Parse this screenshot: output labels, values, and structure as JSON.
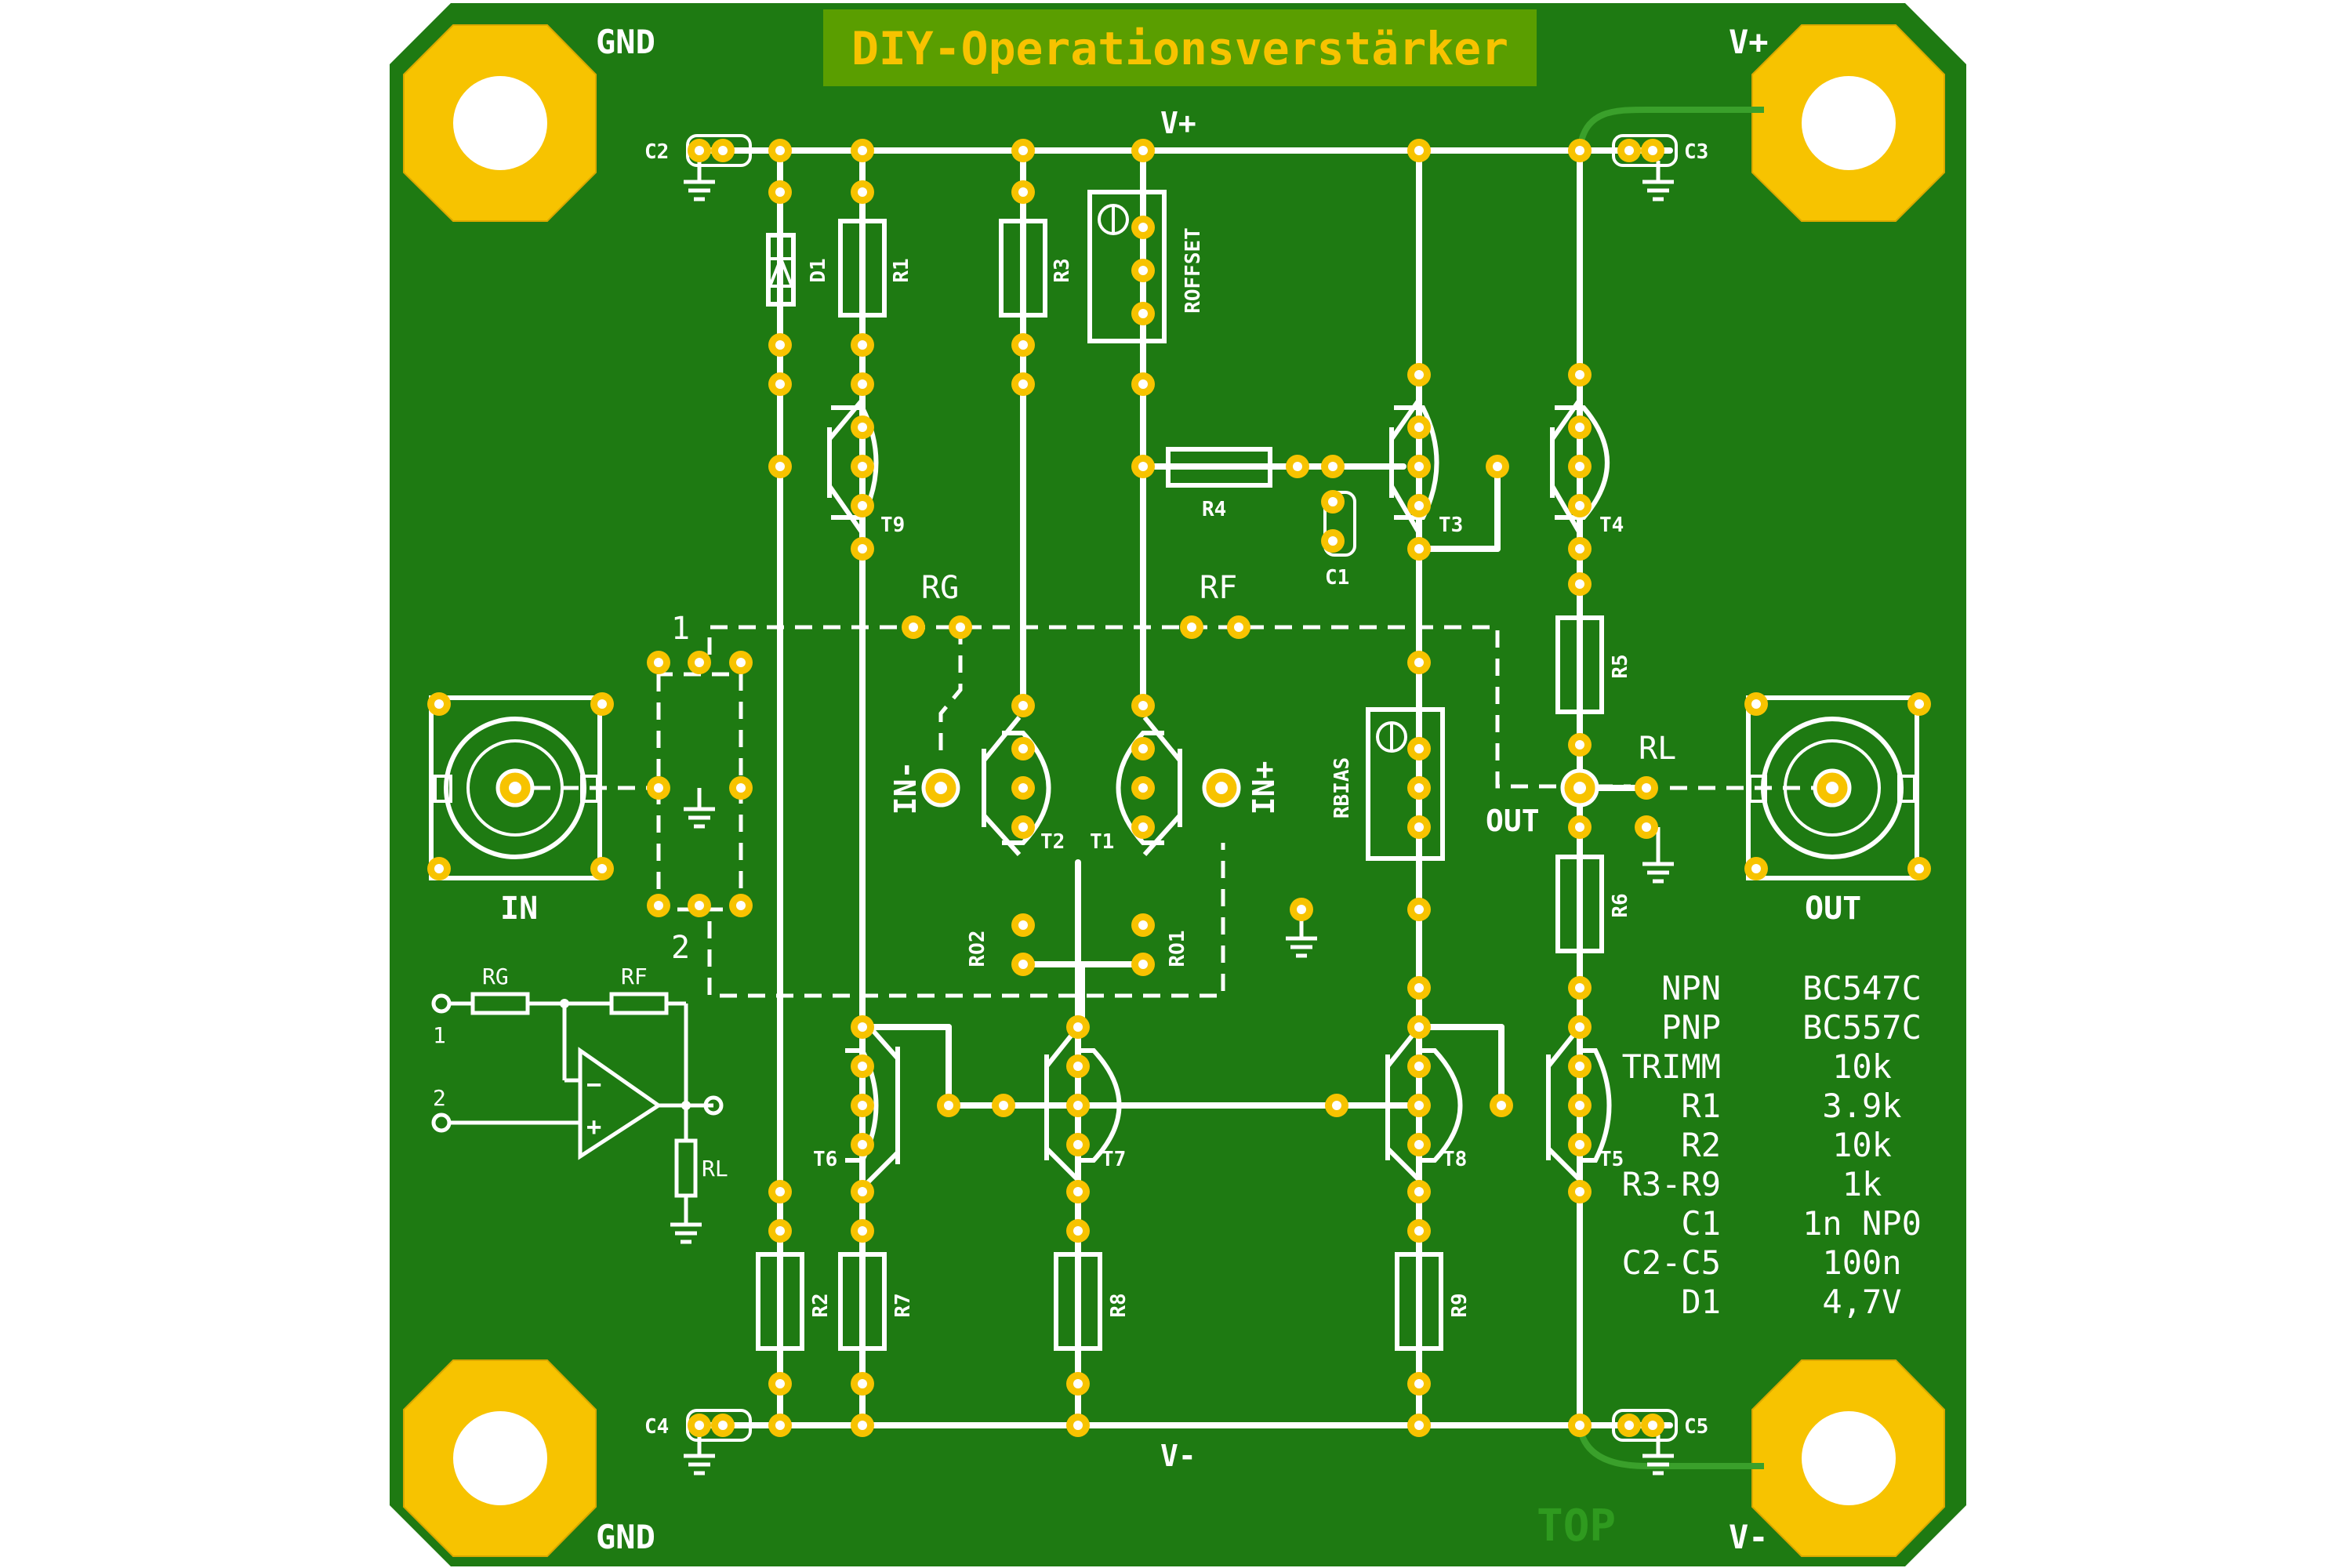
{
  "board": {
    "title": "DIY-Operationsverstärker",
    "layer_label": "TOP",
    "colors": {
      "board": "#1e7a12",
      "copper": "#f7c300",
      "silk": "#ffffff",
      "title_bg": "#5a9e00"
    }
  },
  "corner_labels": {
    "top_left": "GND",
    "top_right": "V+",
    "bottom_left": "GND",
    "bottom_right": "V-"
  },
  "rails": {
    "top": "V+",
    "bottom": "V-"
  },
  "connectors": {
    "in": "IN",
    "out": "OUT"
  },
  "signals": {
    "in_minus": "IN-",
    "in_plus": "IN+",
    "out_node": "OUT"
  },
  "jumpers": {
    "rg": "RG",
    "rf": "RF",
    "rl": "RL",
    "pin1": "1",
    "pin2": "2"
  },
  "components": {
    "R1": "R1",
    "R2": "R2",
    "R3": "R3",
    "R4": "R4",
    "R5": "R5",
    "R6": "R6",
    "R7": "R7",
    "R8": "R8",
    "R9": "R9",
    "D1": "D1",
    "C1": "C1",
    "C2": "C2",
    "C3": "C3",
    "C4": "C4",
    "C5": "C5",
    "T1": "T1",
    "T2": "T2",
    "T3": "T3",
    "T4": "T4",
    "T5": "T5",
    "T6": "T6",
    "T7": "T7",
    "T8": "T8",
    "T9": "T9",
    "ROFFSET": "ROFFSET",
    "RBIAS": "RBIAS",
    "RO1": "RO1",
    "RO2": "RO2"
  },
  "schematic": {
    "rg": "RG",
    "rf": "RF",
    "rl": "RL",
    "pin1": "1",
    "pin2": "2"
  },
  "bom": [
    {
      "part": "NPN",
      "value": "BC547C"
    },
    {
      "part": "PNP",
      "value": "BC557C"
    },
    {
      "part": "TRIMM",
      "value": "10k"
    },
    {
      "part": "R1",
      "value": "3.9k"
    },
    {
      "part": "R2",
      "value": "10k"
    },
    {
      "part": "R3-R9",
      "value": "1k"
    },
    {
      "part": "C1",
      "value": "1n NP0"
    },
    {
      "part": "C2-C5",
      "value": "100n"
    },
    {
      "part": "D1",
      "value": "4,7V"
    }
  ]
}
